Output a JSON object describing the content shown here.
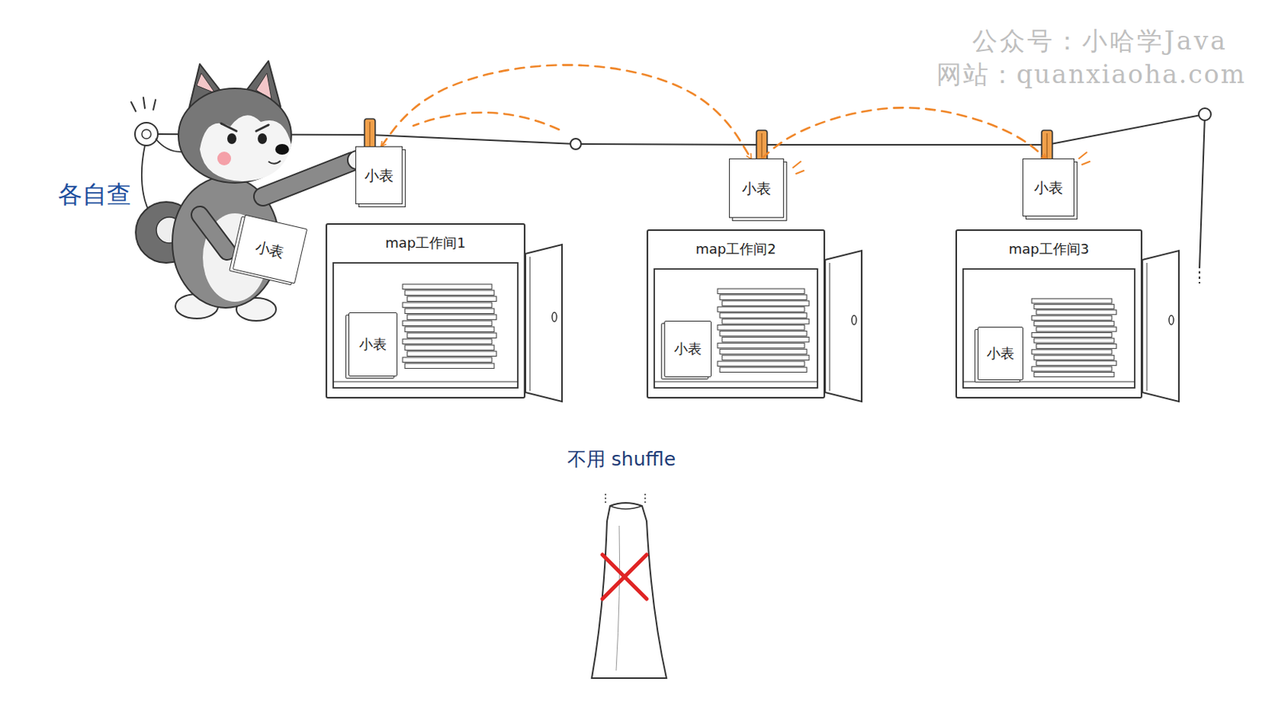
{
  "diagram": {
    "nodes": [
      {
        "text": [
          "小表"
        ]
      },
      {
        "text": [
          "小表"
        ]
      },
      {
        "text": [
          "小表"
        ]
      },
      {
        "text": [
          "小表"
        ]
      },
      {
        "text": [
          "map工作间1"
        ]
      },
      {
        "text": [
          "小表"
        ],
        "in": 4
      },
      {
        "text": [
          "map工作间2"
        ]
      },
      {
        "text": [
          "小表"
        ],
        "in": 6
      },
      {
        "text": [
          "map工作间3"
        ]
      },
      {
        "text": [
          "小表"
        ],
        "in": 8
      }
    ],
    "edges": [
      {
        "from": 0,
        "to": 1,
        "arrow": "both"
      },
      {
        "from": 1,
        "to": 2,
        "arrow": "to"
      }
    ],
    "labels": [
      "各自查",
      "不用 shuffle",
      "公众号：小哈学Java",
      "网站：quanxiaoha.com"
    ]
  }
}
